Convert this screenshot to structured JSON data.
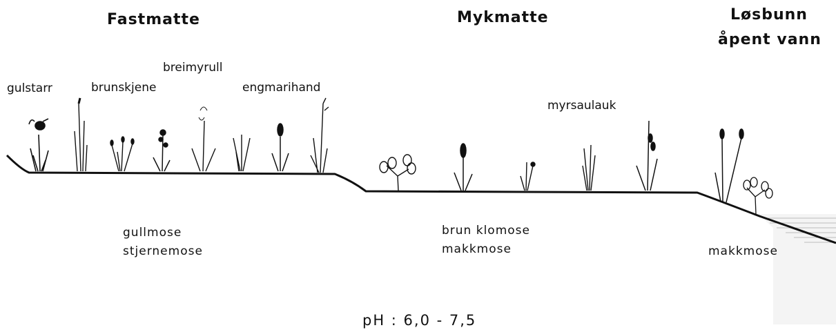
{
  "zones": {
    "fastmatte": "Fastmatte",
    "mykmatte": "Mykmatte",
    "losbunn_line1": "Løsbunn",
    "losbunn_line2": "åpent vann"
  },
  "plants": {
    "gulstarr": "gulstarr",
    "brunskjene": "brunskjene",
    "breimyrull": "breimyrull",
    "engmarihand": "engmarihand",
    "myrsaulauk": "myrsaulauk"
  },
  "mosses": {
    "fastmatte_line1": "gullmose",
    "fastmatte_line2": "stjernemose",
    "mykmatte_line1": "brun klomose",
    "mykmatte_line2": "makkmose",
    "losbunn": "makkmose"
  },
  "ph_label": "pH : 6,0 - 7,5",
  "colors": {
    "ink": "#111111",
    "water": "#f2f2f2"
  }
}
